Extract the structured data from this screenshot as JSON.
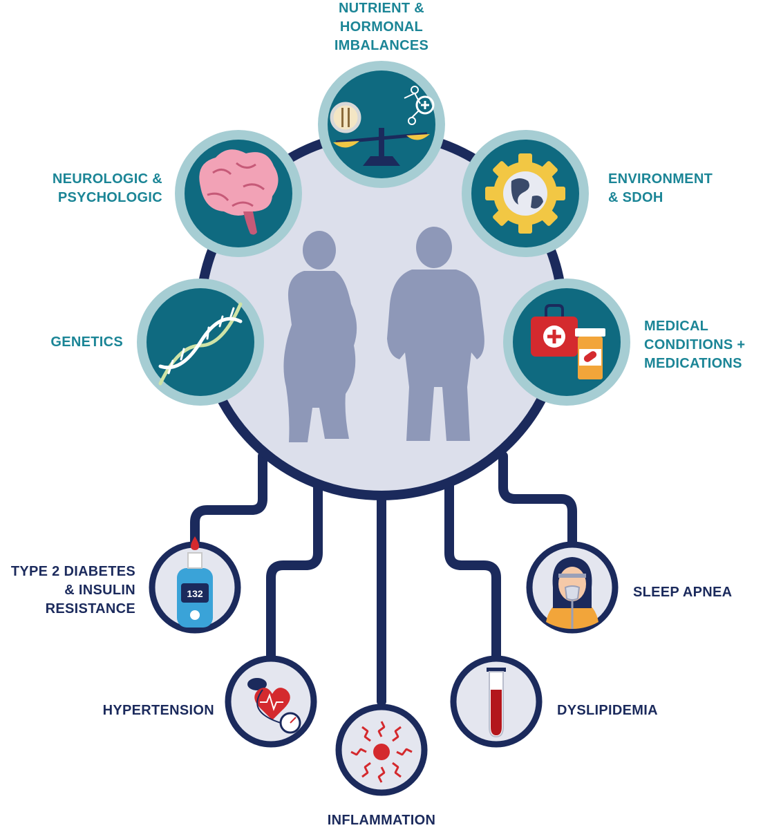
{
  "colors": {
    "navy": "#1b2a5c",
    "teal_dark": "#0f6a80",
    "teal_ring": "#a6cdd3",
    "teal_text": "#1b8596",
    "center_fill": "#dcdfeb",
    "silhouette": "#8e98b8",
    "small_circle_fill": "#e4e6ef",
    "red": "#d42a2e"
  },
  "causes": [
    {
      "id": "nutrient",
      "label": "NUTRIENT &\nHORMONAL\nIMBALANCES",
      "icon": "balance-scale-icon"
    },
    {
      "id": "neuro",
      "label": "NEUROLOGIC &\nPSYCHOLOGIC",
      "icon": "brain-icon"
    },
    {
      "id": "environment",
      "label": "ENVIRONMENT\n& SDOH",
      "icon": "globe-gear-icon"
    },
    {
      "id": "genetics",
      "label": "GENETICS",
      "icon": "dna-icon"
    },
    {
      "id": "medical",
      "label": "MEDICAL\nCONDITIONS +\nMEDICATIONS",
      "icon": "medical-kit-pills-icon"
    }
  ],
  "conditions": [
    {
      "id": "diabetes",
      "label": "TYPE 2 DIABETES\n& INSULIN\nRESISTANCE",
      "icon": "glucose-meter-icon",
      "meter_reading": "132"
    },
    {
      "id": "hypertension",
      "label": "HYPERTENSION",
      "icon": "blood-pressure-icon"
    },
    {
      "id": "inflammation",
      "label": "INFLAMMATION",
      "icon": "inflammation-burst-icon"
    },
    {
      "id": "dyslipidemia",
      "label": "DYSLIPIDEMIA",
      "icon": "blood-tube-icon"
    },
    {
      "id": "sleep_apnea",
      "label": "SLEEP APNEA",
      "icon": "cpap-mask-icon"
    }
  ],
  "center": {
    "icon": "people-silhouette-icon"
  }
}
